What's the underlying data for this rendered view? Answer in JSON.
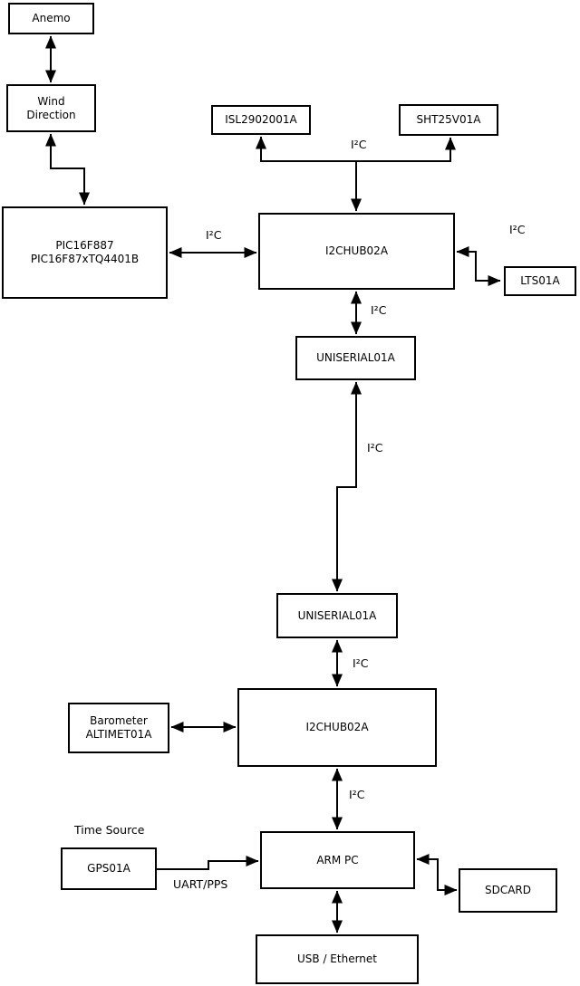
{
  "nodes": {
    "anemo": "Anemo",
    "wind_direction": "Wind\nDirection",
    "pic": "PIC16F887\nPIC16F87xTQ4401B",
    "isl": "ISL2902001A",
    "sht": "SHT25V01A",
    "i2c_hub_1": "I2CHUB02A",
    "lts": "LTS01A",
    "uniserial_1": "UNISERIAL01A",
    "uniserial_2": "UNISERIAL01A",
    "i2c_hub_2": "I2CHUB02A",
    "barometer": "Barometer\nALTIMET01A",
    "gps": "GPS01A",
    "arm_pc": "ARM PC",
    "sdcard": "SDCARD",
    "usb_ethernet": "USB / Ethernet"
  },
  "labels": {
    "i2c": "I²C",
    "uart_pps": "UART/PPS",
    "time_source": "Time Source"
  },
  "colors": {
    "line": "#000000",
    "box_fill": "#ffffff",
    "background": "#ffffff"
  }
}
